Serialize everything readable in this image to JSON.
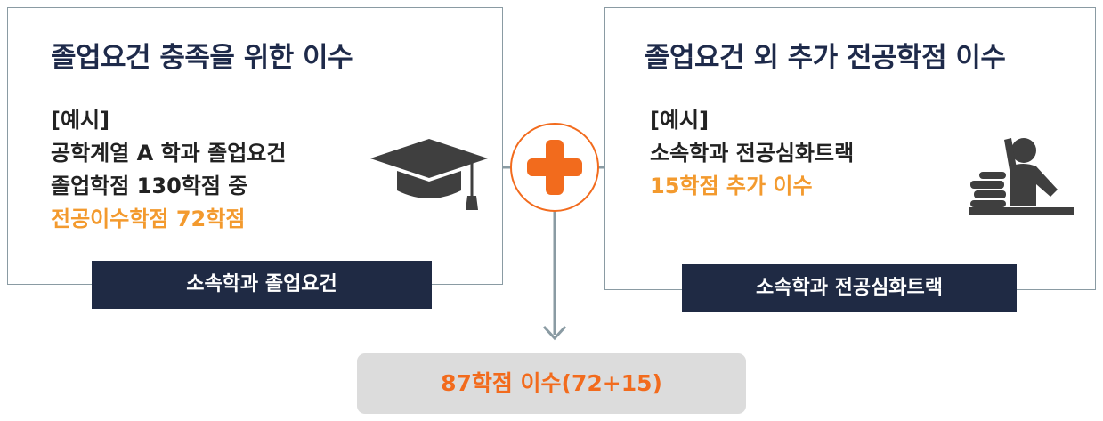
{
  "left_panel": {
    "title": "졸업요건 충족을 위한 이수",
    "example_label": "[예시]",
    "line1": "공학계열 A 학과 졸업요건",
    "line2": "졸업학점 130학점 중",
    "highlight": "전공이수학점 72학점",
    "tag": "소속학과 졸업요건",
    "icon": "graduation-cap-icon"
  },
  "right_panel": {
    "title": "졸업요건 외 추가 전공학점 이수",
    "example_label": "[예시]",
    "line1": "소속학과 전공심화트랙",
    "highlight": "15학점 추가 이수",
    "tag": "소속학과 전공심화트랙",
    "icon": "student-with-books-icon"
  },
  "connector": {
    "icon": "plus-icon",
    "arrow_icon": "arrow-down-icon"
  },
  "result": {
    "text": "87학점 이수(72+15)"
  },
  "colors": {
    "navy": "#1e2a4a",
    "tag_bg": "#1f2a44",
    "accent_orange": "#f39a2e",
    "plus_orange": "#f26b1d",
    "border_gray": "#8a9ba3",
    "result_bg": "#dcdcdc",
    "icon_dark": "#3f3f3f"
  }
}
